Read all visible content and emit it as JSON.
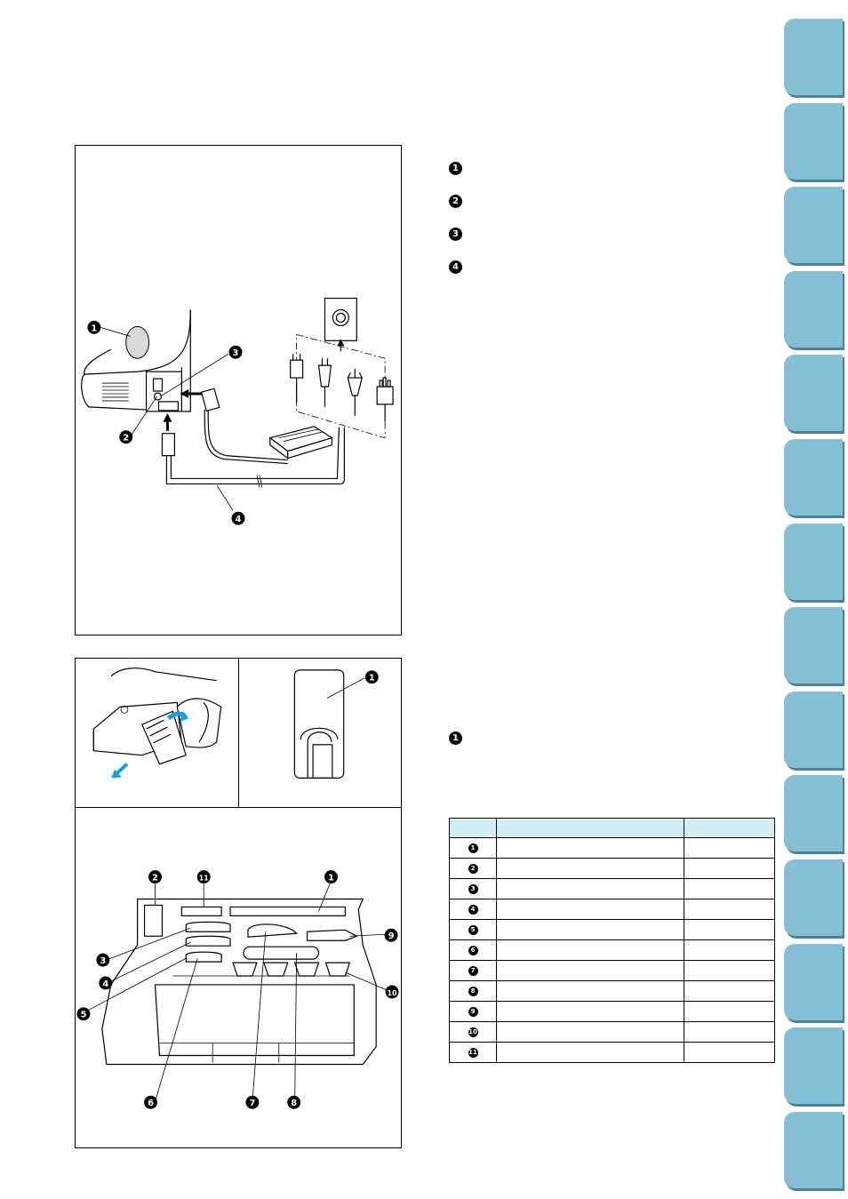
{
  "figure_connection": {
    "callouts": [
      "1",
      "2",
      "3",
      "4"
    ]
  },
  "figure_accessory": {
    "callouts": [
      "1"
    ]
  },
  "figure_storage": {
    "callouts": [
      "1",
      "2",
      "3",
      "4",
      "5",
      "6",
      "7",
      "8",
      "9",
      "10",
      "11"
    ]
  },
  "list_connection": {
    "items": [
      {
        "num": "1",
        "text": ""
      },
      {
        "num": "2",
        "text": ""
      },
      {
        "num": "3",
        "text": ""
      },
      {
        "num": "4",
        "text": ""
      }
    ]
  },
  "list_accessory": {
    "items": [
      {
        "num": "1",
        "text": ""
      }
    ]
  },
  "parts_table": {
    "headers": [
      "",
      "",
      ""
    ],
    "rows": [
      {
        "num": "1",
        "name": "",
        "code": ""
      },
      {
        "num": "2",
        "name": "",
        "code": ""
      },
      {
        "num": "3",
        "name": "",
        "code": ""
      },
      {
        "num": "4",
        "name": "",
        "code": ""
      },
      {
        "num": "5",
        "name": "",
        "code": ""
      },
      {
        "num": "6",
        "name": "",
        "code": ""
      },
      {
        "num": "7",
        "name": "",
        "code": ""
      },
      {
        "num": "8",
        "name": "",
        "code": ""
      },
      {
        "num": "9",
        "name": "",
        "code": ""
      },
      {
        "num": "10",
        "name": "",
        "code": ""
      },
      {
        "num": "11",
        "name": "",
        "code": ""
      }
    ]
  },
  "side_tabs": {
    "count": 14,
    "color": "#85bfd4"
  }
}
